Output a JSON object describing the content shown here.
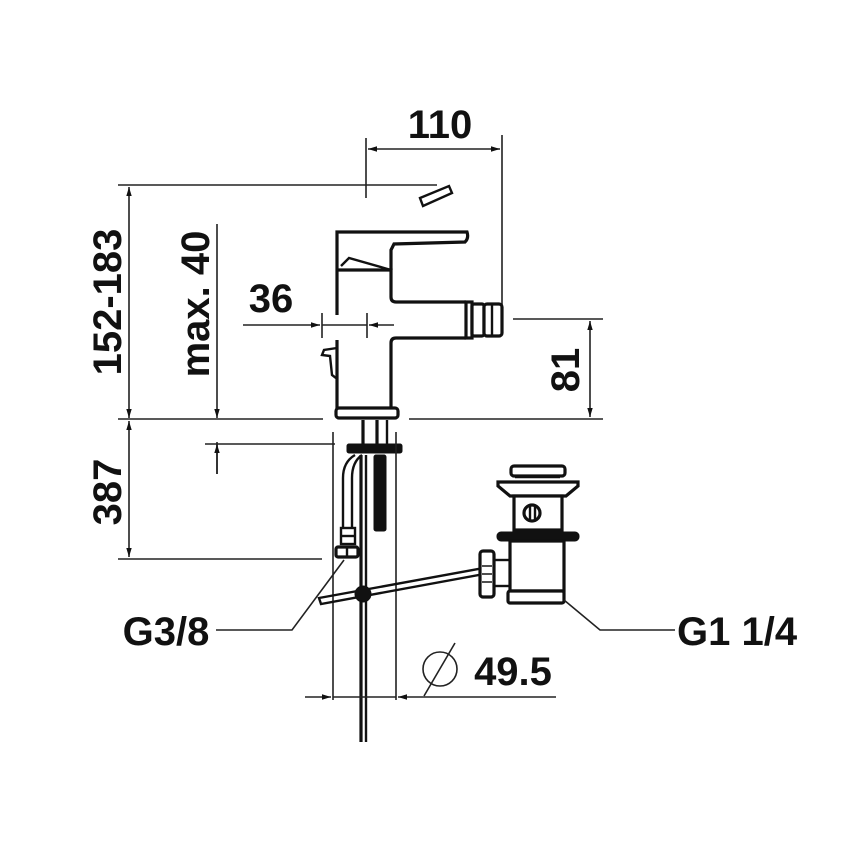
{
  "diagram": {
    "type": "technical-dimension-drawing",
    "subject": "bidet mixer tap with pop-up waste",
    "colors": {
      "line": "#111111",
      "background": "#ffffff"
    },
    "dimensions": {
      "spout_reach": "110",
      "total_height": "152-183",
      "max_deck_thickness": "max. 40",
      "body_width": "36",
      "spout_height": "81",
      "under_deck_length": "387",
      "hole_diameter_symbol": "∅",
      "hole_diameter": "49.5"
    },
    "callouts": {
      "supply_connection": "G3/8",
      "waste_connection": "G1 1/4"
    }
  }
}
